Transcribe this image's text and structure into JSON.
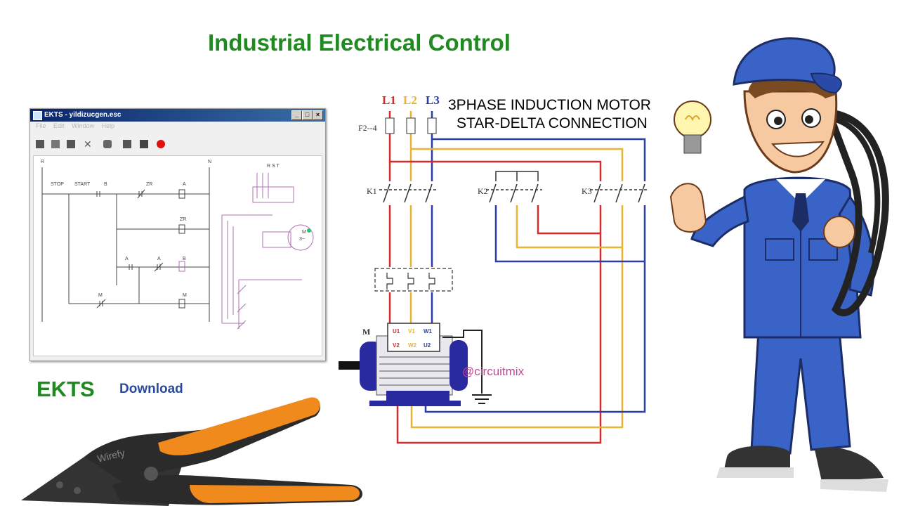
{
  "header": {
    "title": "Industrial Electrical Control"
  },
  "ekts": {
    "label": "EKTS",
    "download": "Download",
    "window": {
      "title": "EKTS - yildizucgen.esc",
      "menu": [
        "File",
        "Edit",
        "Window",
        "Help"
      ],
      "ladder": {
        "rails": {
          "left": "R",
          "right": "N"
        },
        "contacts": [
          "STOP",
          "START",
          "B",
          "ZR",
          "A",
          "ZR",
          "A",
          "A",
          "B",
          "M",
          "M"
        ],
        "supply": "R S T",
        "motor_label": "M",
        "motor_phase": "3~"
      }
    }
  },
  "circuit": {
    "title_line1": "3PHASE INDUCTION MOTOR",
    "title_line2": "STAR-DELTA CONNECTION",
    "phases": [
      "L1",
      "L2",
      "L3"
    ],
    "fuse": "F2--4",
    "contactors": [
      "K1",
      "K2",
      "K3"
    ],
    "motor": "M",
    "terminals_top": [
      "U1",
      "V1",
      "W1"
    ],
    "terminals_bottom": [
      "V2",
      "W2",
      "U2"
    ],
    "watermark": "@circuitmix",
    "colors": {
      "L1": "#d62a2a",
      "L2": "#e6b531",
      "L3": "#2a3ea6"
    }
  },
  "tool": {
    "brand": "Wirefy"
  }
}
